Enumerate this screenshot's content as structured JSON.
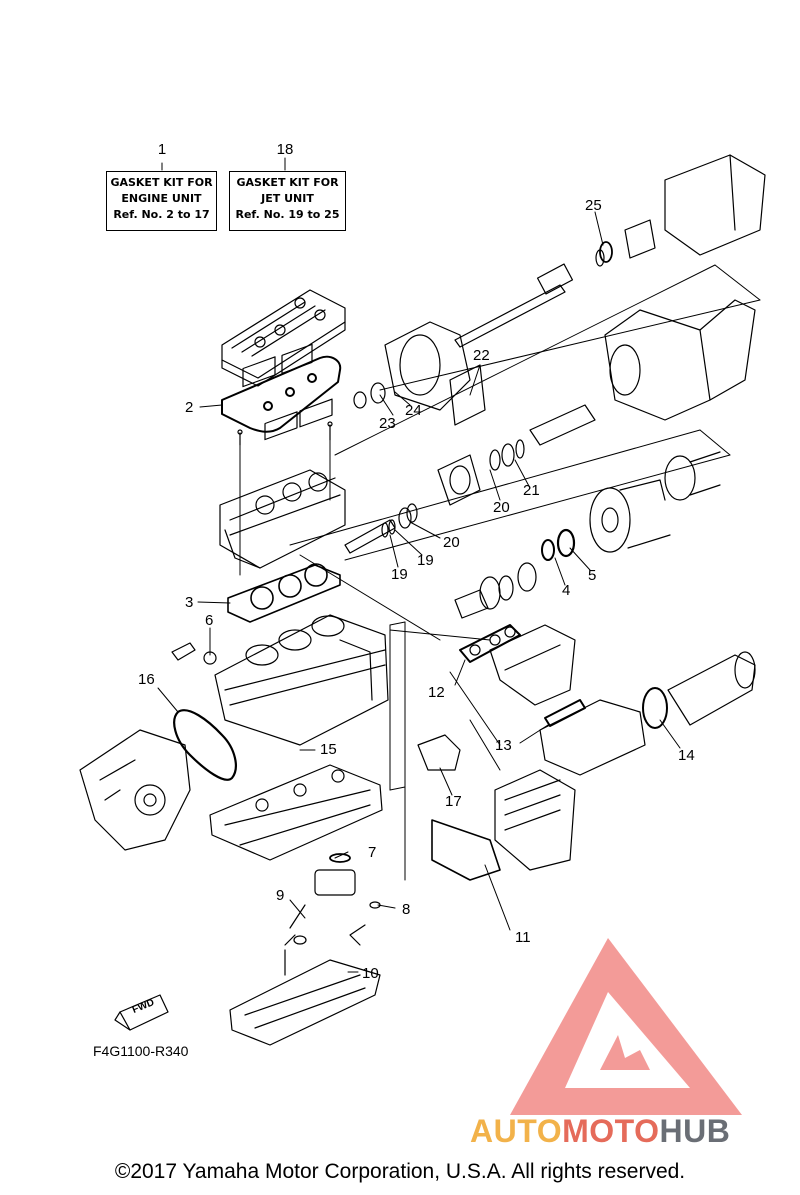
{
  "kits": [
    {
      "number": "1",
      "lines": [
        "GASKET KIT FOR",
        "ENGINE UNIT",
        "Ref. No. 2 to 17"
      ]
    },
    {
      "number": "18",
      "lines": [
        "GASKET KIT FOR",
        "JET UNIT",
        "Ref. No. 19 to 25"
      ]
    }
  ],
  "callouts": [
    "2",
    "3",
    "4",
    "5",
    "6",
    "7",
    "8",
    "9",
    "10",
    "11",
    "12",
    "13",
    "14",
    "15",
    "16",
    "17",
    "19",
    "19",
    "20",
    "20",
    "21",
    "22",
    "23",
    "24",
    "25"
  ],
  "fwd_label": "FWD",
  "figure_code": "F4G1100-R340",
  "watermark": {
    "part1": "AUTO",
    "part2": "MOTO",
    "part3": "HUB",
    "colors": [
      "#f2b24a",
      "#e56b5a",
      "#6a6e75"
    ]
  },
  "copyright": "©2017 Yamaha Motor Corporation, U.S.A. All rights reserved."
}
